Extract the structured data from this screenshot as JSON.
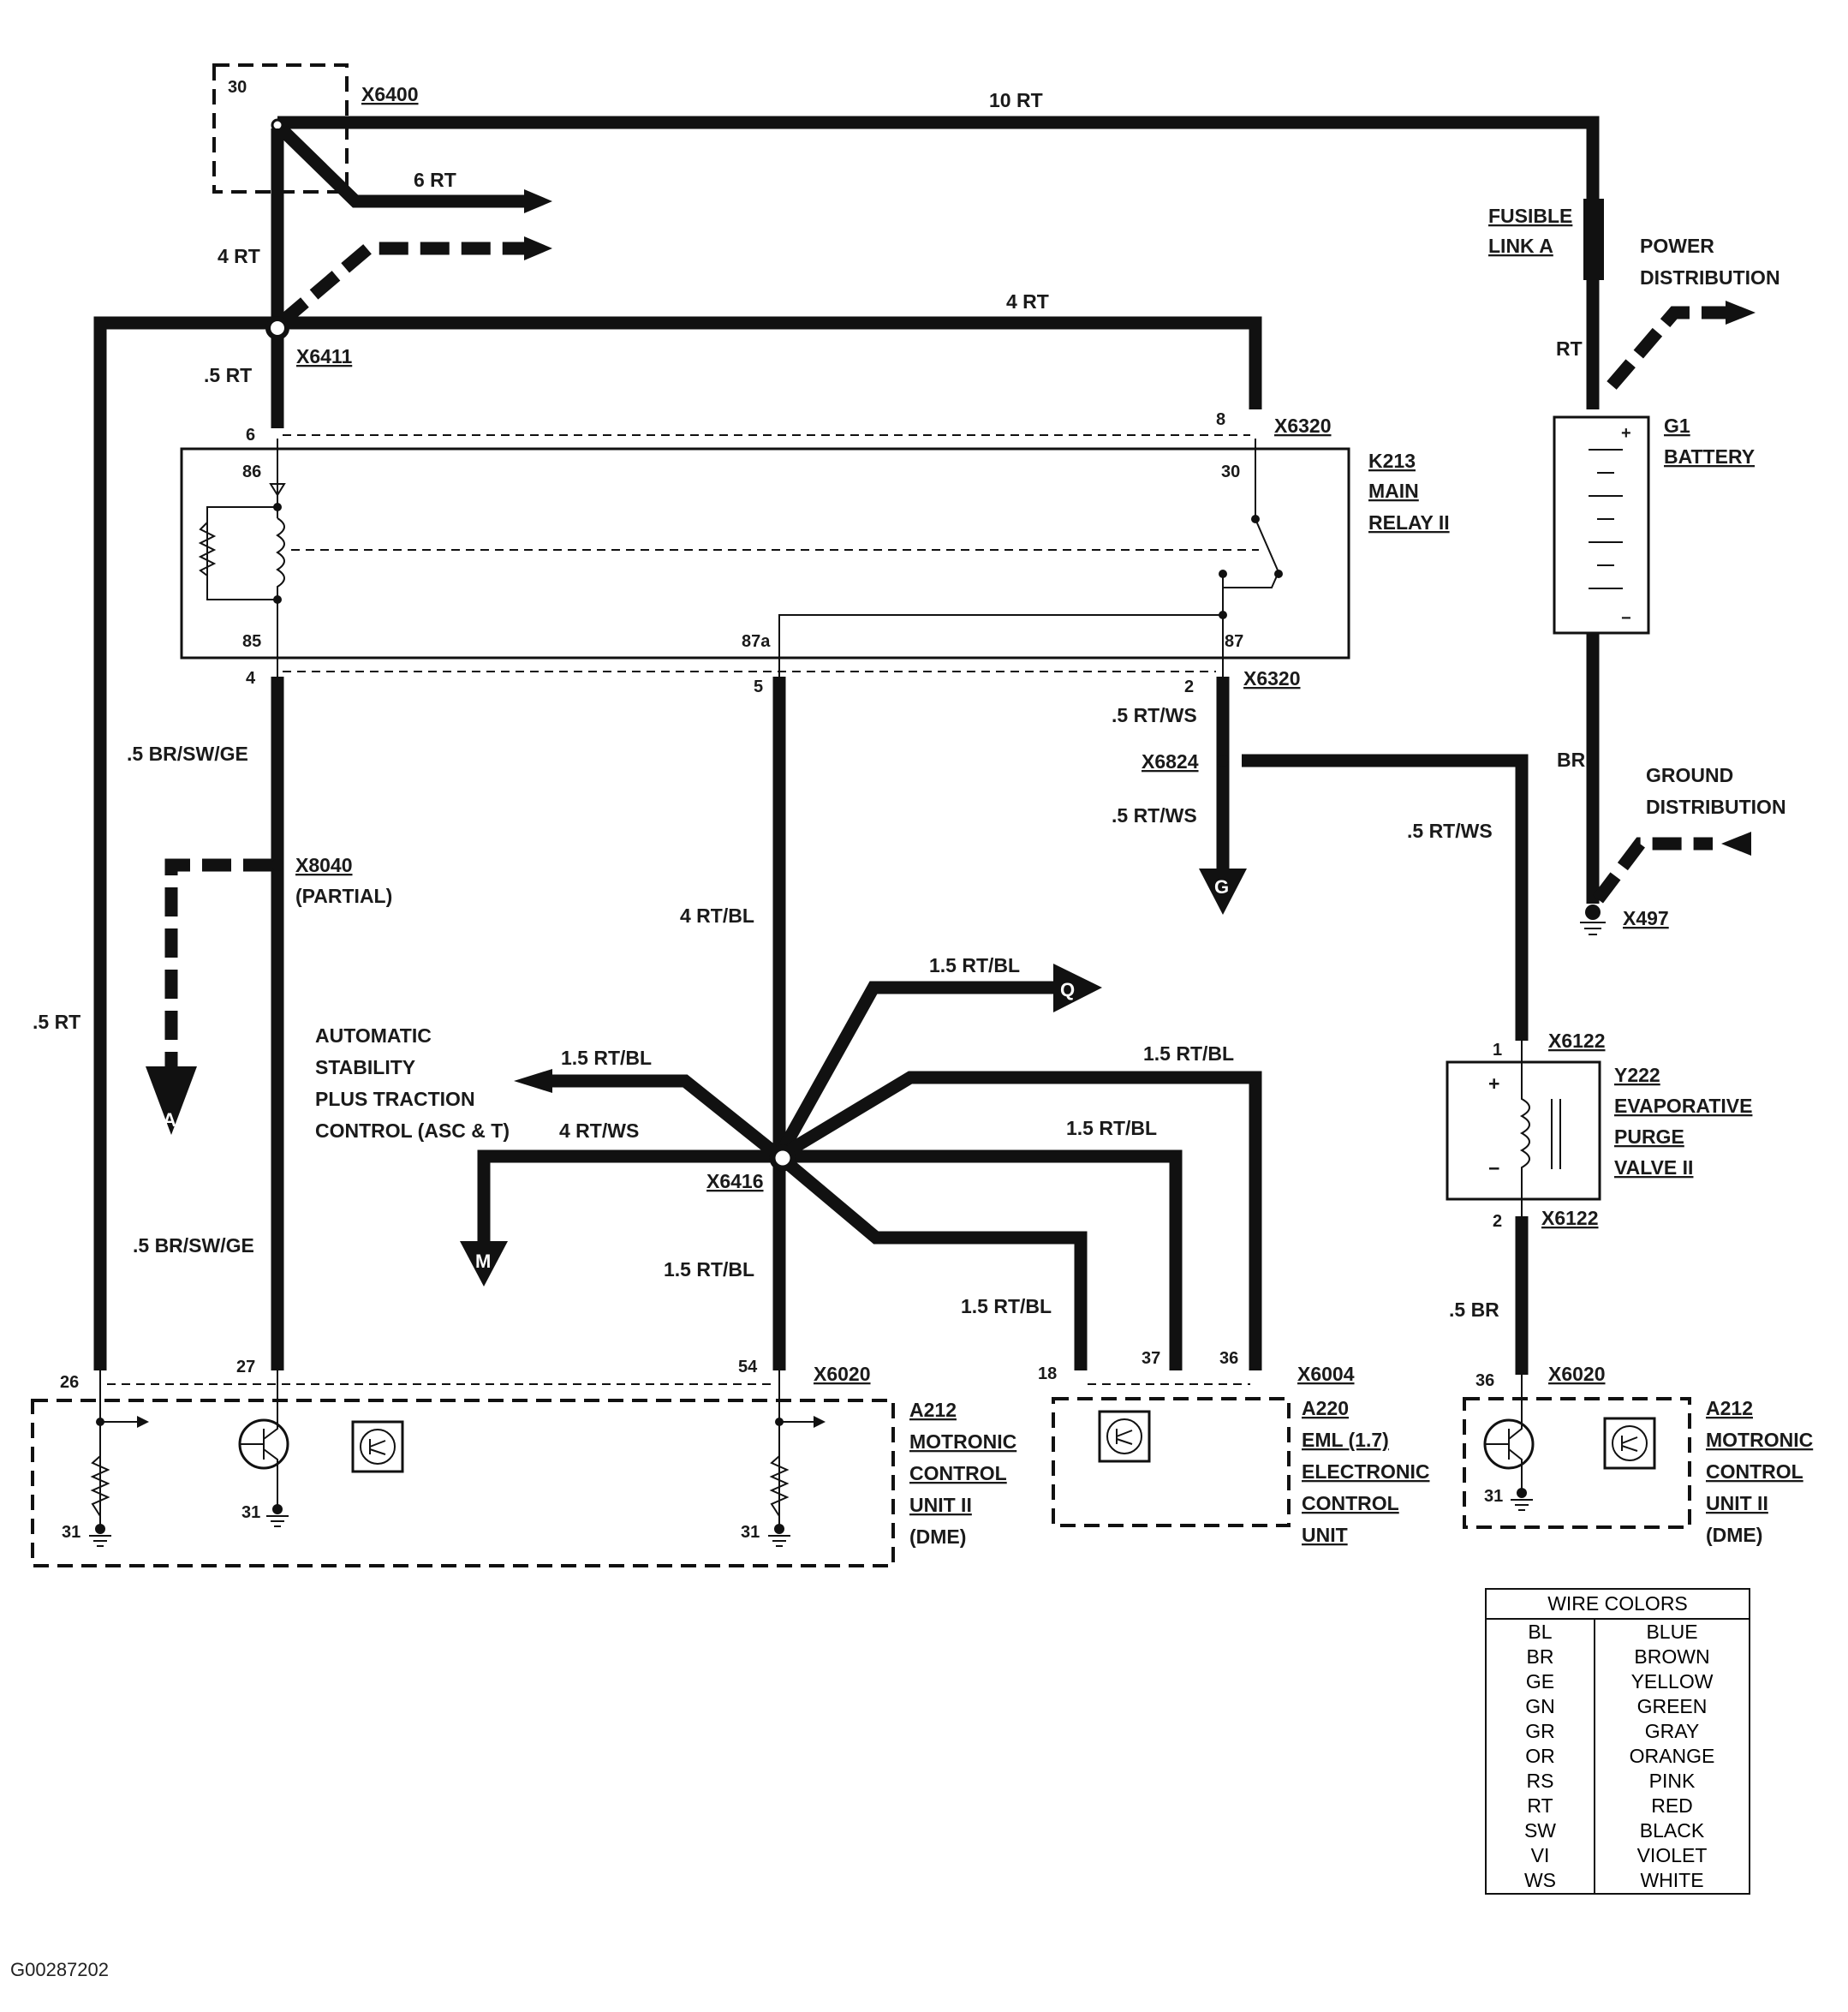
{
  "figure_id": "G00287202",
  "connectors": {
    "x6400": "X6400",
    "x6411": "X6411",
    "x6320_top": "X6320",
    "x6320_bottom": "X6320",
    "x8040": "X8040",
    "x8040_note": "(PARTIAL)",
    "x6824": "X6824",
    "x6416": "X6416",
    "x6020_left": "X6020",
    "x6004": "X6004",
    "x6122_top": "X6122",
    "x6122_bottom": "X6122",
    "x6020_right": "X6020",
    "x497": "X497"
  },
  "fuse_block_pin": "30",
  "wires": {
    "w10rt": "10 RT",
    "w6rt": "6 RT",
    "w4rt_left": "4 RT",
    "w4rt_top": "4 RT",
    "w05rt_top": ".5 RT",
    "w05rt_left": ".5 RT",
    "w05brswge_1": ".5 BR/SW/GE",
    "w05brswge_2": ".5 BR/SW/GE",
    "w4rtbl": "4 RT/BL",
    "w05rtws_1": ".5 RT/WS",
    "w05rtws_2": ".5 RT/WS",
    "w05rtws_3": ".5 RT/WS",
    "w15rtbl_q": "1.5 RT/BL",
    "w15rtbl_asc": "1.5 RT/BL",
    "w15rtbl_36": "1.5 RT/BL",
    "w15rtbl_37": "1.5 RT/BL",
    "w15rtbl_down": "1.5 RT/BL",
    "w15rtbl_18": "1.5 RT/BL",
    "w4rtws": "4 RT/WS",
    "wrt_batt": "RT",
    "wbr_batt": "BR",
    "w05br": ".5 BR"
  },
  "pins": {
    "p6": "6",
    "p8": "8",
    "p86": "86",
    "p30": "30",
    "p85": "85",
    "p87a": "87a",
    "p87": "87",
    "p4": "4",
    "p5": "5",
    "p2": "2",
    "p26": "26",
    "p27": "27",
    "p54": "54",
    "p18": "18",
    "p37": "37",
    "p36": "36",
    "p1_y222": "1",
    "p2_y222": "2",
    "p36_right": "36",
    "g31_a": "31",
    "g31_b": "31",
    "g31_c": "31",
    "g31_d": "31"
  },
  "components": {
    "k213": [
      "K213",
      "MAIN",
      "RELAY II"
    ],
    "fusible_link": [
      "FUSIBLE",
      "LINK A"
    ],
    "power_distribution": [
      "POWER",
      "DISTRIBUTION"
    ],
    "ground_distribution": [
      "GROUND",
      "DISTRIBUTION"
    ],
    "battery": [
      "G1",
      "BATTERY"
    ],
    "y222": [
      "Y222",
      "EVAPORATIVE",
      "PURGE",
      "VALVE II"
    ],
    "asc": [
      "AUTOMATIC",
      "STABILITY",
      "PLUS TRACTION",
      "CONTROL (ASC & T)"
    ],
    "a212_left": [
      "A212",
      "MOTRONIC",
      "CONTROL",
      "UNIT II",
      "(DME)"
    ],
    "a220": [
      "A220",
      "EML (1.7)",
      "ELECTRONIC",
      "CONTROL",
      "UNIT"
    ],
    "a212_right": [
      "A212",
      "MOTRONIC",
      "CONTROL",
      "UNIT II",
      "(DME)"
    ]
  },
  "terminals": {
    "a": "A",
    "g": "G",
    "m": "M",
    "q": "Q"
  },
  "battery_signs": {
    "plus": "+",
    "minus": "−"
  },
  "valve_signs": {
    "plus": "+",
    "minus": "−"
  },
  "wire_colors": {
    "title": "WIRE COLORS",
    "rows": [
      [
        "BL",
        "BLUE"
      ],
      [
        "BR",
        "BROWN"
      ],
      [
        "GE",
        "YELLOW"
      ],
      [
        "GN",
        "GREEN"
      ],
      [
        "GR",
        "GRAY"
      ],
      [
        "OR",
        "ORANGE"
      ],
      [
        "RS",
        "PINK"
      ],
      [
        "RT",
        "RED"
      ],
      [
        "SW",
        "BLACK"
      ],
      [
        "VI",
        "VIOLET"
      ],
      [
        "WS",
        "WHITE"
      ]
    ]
  }
}
